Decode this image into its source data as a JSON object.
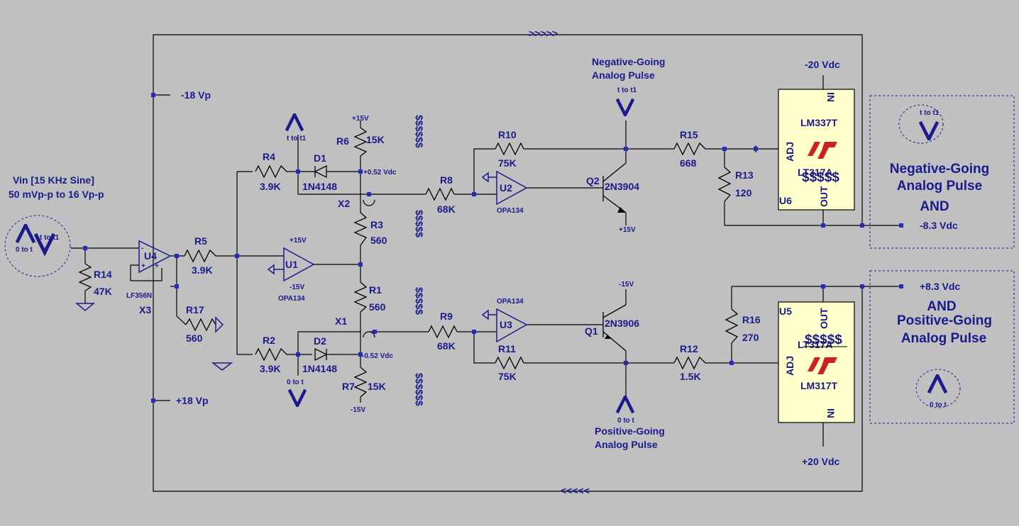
{
  "source": {
    "title": "Vin [15 KHz Sine]",
    "range": "50 mVp-p to 16 Vp-p",
    "sym1": "t to t1",
    "sym2": "0 to t"
  },
  "rails": {
    "neg18": "-18 Vp",
    "pos18": "+18 Vp"
  },
  "flow": {
    "top": ">>>>>",
    "bottom": "<<<<<"
  },
  "resistors": [
    {
      "ref": "R14",
      "value": "47K"
    },
    {
      "ref": "R5",
      "value": "3.9K"
    },
    {
      "ref": "R17",
      "value": "560"
    },
    {
      "ref": "R4",
      "value": "3.9K"
    },
    {
      "ref": "R2",
      "value": "3.9K"
    },
    {
      "ref": "R6",
      "value": "15K"
    },
    {
      "ref": "R3",
      "value": "560"
    },
    {
      "ref": "R1",
      "value": "560"
    },
    {
      "ref": "R7",
      "value": "15K"
    },
    {
      "ref": "R8",
      "value": "68K"
    },
    {
      "ref": "R9",
      "value": "68K"
    },
    {
      "ref": "R10",
      "value": "75K"
    },
    {
      "ref": "R11",
      "value": "75K"
    },
    {
      "ref": "R15",
      "value": "668"
    },
    {
      "ref": "R13",
      "value": "120"
    },
    {
      "ref": "R12",
      "value": "1.5K"
    },
    {
      "ref": "R16",
      "value": "270"
    }
  ],
  "diodes": [
    {
      "ref": "D1",
      "value": "1N4148"
    },
    {
      "ref": "D2",
      "value": "1N4148"
    }
  ],
  "opamps": {
    "u4": {
      "ref": "U4",
      "part": "LF356N",
      "x": "X3"
    },
    "u1": {
      "ref": "U1",
      "part": "OPA134",
      "vpos": "+15V",
      "vneg": "-15V"
    },
    "u2": {
      "ref": "U2",
      "part": "OPA134"
    },
    "u3": {
      "ref": "U3",
      "part": "OPA134"
    }
  },
  "transistors": {
    "q2": {
      "ref": "Q2",
      "part": "2N3904",
      "supply": "+15V"
    },
    "q1": {
      "ref": "Q1",
      "part": "2N3906",
      "supply": "-15V"
    }
  },
  "crossings": {
    "x2": "X2",
    "x1": "X1"
  },
  "supplies": {
    "r6top": "+15V",
    "r7bot": "-15V",
    "posBias": "+0.52 Vdc",
    "negBias": "-0.52 Vdc"
  },
  "probes": {
    "p1": "t to t1",
    "p2": "0 to t",
    "p3": "t to t1",
    "p4": "0 to t"
  },
  "pulses": {
    "negTitle1": "Negative-Going",
    "negTitle2": "Analog Pulse",
    "posTitle1": "Positive-Going",
    "posTitle2": "Analog Pulse"
  },
  "dollars": {
    "long": "$$$$$$",
    "short": "$$$$$",
    "reg": "$$$$$"
  },
  "regulators": {
    "u6": {
      "ref": "U6",
      "part": "LM337T",
      "overlay": "LT317A",
      "in": "IN",
      "adj": "ADJ",
      "out": "OUT",
      "vin": "-20 Vdc"
    },
    "u5": {
      "ref": "U5",
      "part": "LM317T",
      "overlay": "LT317A",
      "in": "IN",
      "adj": "ADJ",
      "out": "OUT",
      "vin": "+20 Vdc"
    }
  },
  "outputs": {
    "neg": "-8.3 Vdc",
    "pos": "+8.3 Vdc"
  },
  "legend": {
    "negLine1": "Negative-Going",
    "negLine2": "Analog Pulse",
    "and1": "AND",
    "and2": "AND",
    "posLine1": "Positive-Going",
    "posLine2": "Analog Pulse",
    "sym1": "t to t1",
    "sym2": "0 to t"
  },
  "colors": {
    "background": "#c0c0c0",
    "ink": "#1a1a8c",
    "wire": "#000000",
    "ltRed": "#cc2222",
    "regFill": "#ffffcc"
  }
}
